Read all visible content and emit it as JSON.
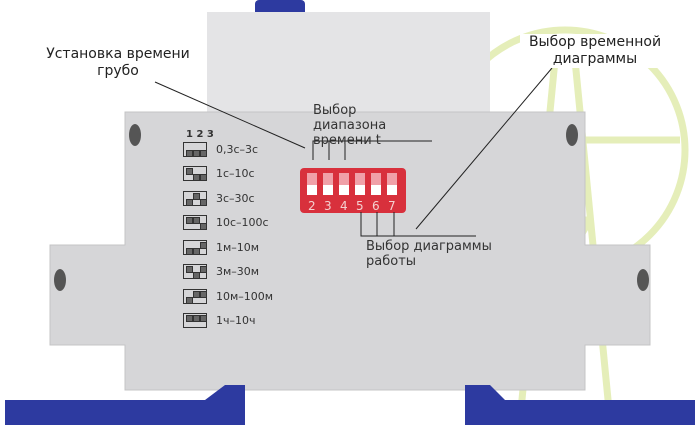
{
  "annotations": {
    "coarse_time": "Установка времени грубо",
    "diagram_select": "Выбор временной диаграммы",
    "range_select": "Выбор диапазона времени t",
    "work_diagram": "Выбор диаграммы работы"
  },
  "switch_header": "1 2 3",
  "ranges": [
    {
      "label": "0,3с–3с",
      "switches": [
        0,
        0,
        0
      ]
    },
    {
      "label": "1с–10с",
      "switches": [
        1,
        0,
        0
      ]
    },
    {
      "label": "3с–30с",
      "switches": [
        0,
        1,
        0
      ]
    },
    {
      "label": "10с–100с",
      "switches": [
        1,
        1,
        0
      ]
    },
    {
      "label": "1м–10м",
      "switches": [
        0,
        0,
        1
      ]
    },
    {
      "label": "3м–30м",
      "switches": [
        1,
        0,
        1
      ]
    },
    {
      "label": "10м–100м",
      "switches": [
        0,
        1,
        1
      ]
    },
    {
      "label": "1ч–10ч",
      "switches": [
        1,
        1,
        1
      ]
    }
  ],
  "dip_numbers": [
    "2",
    "3",
    "4",
    "5",
    "6",
    "7"
  ],
  "colors": {
    "body": "#d6d6d8",
    "top": "#e2e2e4",
    "clip": "#2d3aa0",
    "dip": "#d8303c",
    "watermark": "#d8e890"
  }
}
